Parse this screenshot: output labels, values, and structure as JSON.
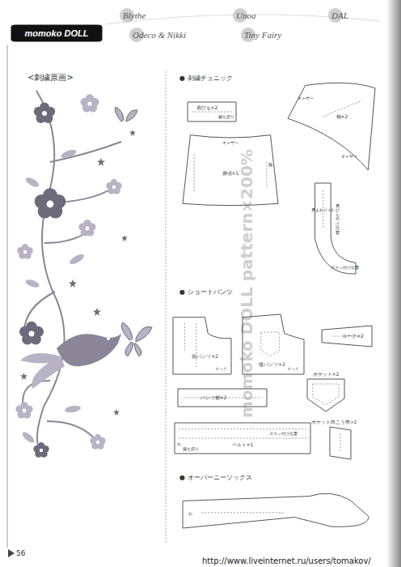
{
  "diagram": {
    "nodes": [
      {
        "text": [
          "momoko DOLL"
        ]
      },
      {
        "text": [
          "肩ひも×2",
          "裁ち切り"
        ]
      },
      {
        "text": [
          "身頃×1",
          "ギャザー",
          "脇"
        ]
      },
      {
        "text": [
          "袖×2",
          "ギャザー",
          "ギャザー"
        ]
      },
      {
        "text": [
          "肩まわり×1",
          "肩ひも付け位置",
          "ボタン付け位置"
        ]
      },
      {
        "text": [
          "前パンツ×2",
          "タック"
        ]
      },
      {
        "text": [
          "後パンツ×2",
          "タック"
        ]
      },
      {
        "text": [
          "ヨーク×2"
        ]
      },
      {
        "text": [
          "ポケット×2"
        ]
      },
      {
        "text": [
          "パンツ裾×2"
        ]
      },
      {
        "text": [
          "ポケット向こう布×2"
        ]
      },
      {
        "text": [
          "ベルト×1",
          "ボタン付け位置",
          "わ",
          "裁ち切り"
        ]
      },
      {
        "text": [
          "わ"
        ]
      }
    ],
    "labels": [
      "Blythe",
      "Odeco & Nikki",
      "Unoa",
      "Tiny Fairy",
      "DAL",
      "<刺繍原画>",
      "● 刺繍チュニック",
      "● ショートパンツ",
      "● オーバーニーソックス",
      "momoko DOLL pattern×200%",
      "56",
      "http://www.liveinternet.ru/users/tomakov/"
    ]
  }
}
